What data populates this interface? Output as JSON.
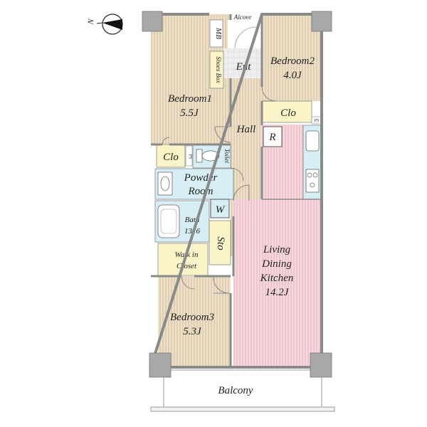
{
  "compass": {
    "north_label": "N"
  },
  "rooms": {
    "bedroom1": {
      "name": "Bedroom1",
      "size": "5.5J"
    },
    "bedroom2": {
      "name": "Bedroom2",
      "size": "4.0J"
    },
    "bedroom3": {
      "name": "Bedroom3",
      "size": "5.3J"
    },
    "ldk": {
      "line1": "Living",
      "line2": "Dining",
      "line3": "Kitchen",
      "size": "14.2J"
    },
    "powder_room": {
      "line1": "Powder",
      "line2": "Room"
    },
    "bath": {
      "name": "Bath",
      "size": "1316"
    },
    "walk_in_closet": {
      "line1": "Walk in",
      "line2": "Closet"
    },
    "hall": "Hall",
    "entrance": "Ent",
    "alcove": "Alcove",
    "mb": "MB",
    "shoes_box": "Shoes Box",
    "closet1": "Clo",
    "closet2": "Clo",
    "toilet": "Toilet",
    "ps1": "PS",
    "ps2": "PS",
    "washer": "W",
    "storage": "Sto",
    "refrigerator": "R",
    "balcony": "Balcony"
  },
  "colors": {
    "wall": "#8a8a8a",
    "wood_floor": "#eee0c8",
    "ldk_floor": "#f6d8dc",
    "wet_area": "#d6eef4",
    "closet": "#fbf4c8",
    "tile": "#e4e4e4"
  }
}
